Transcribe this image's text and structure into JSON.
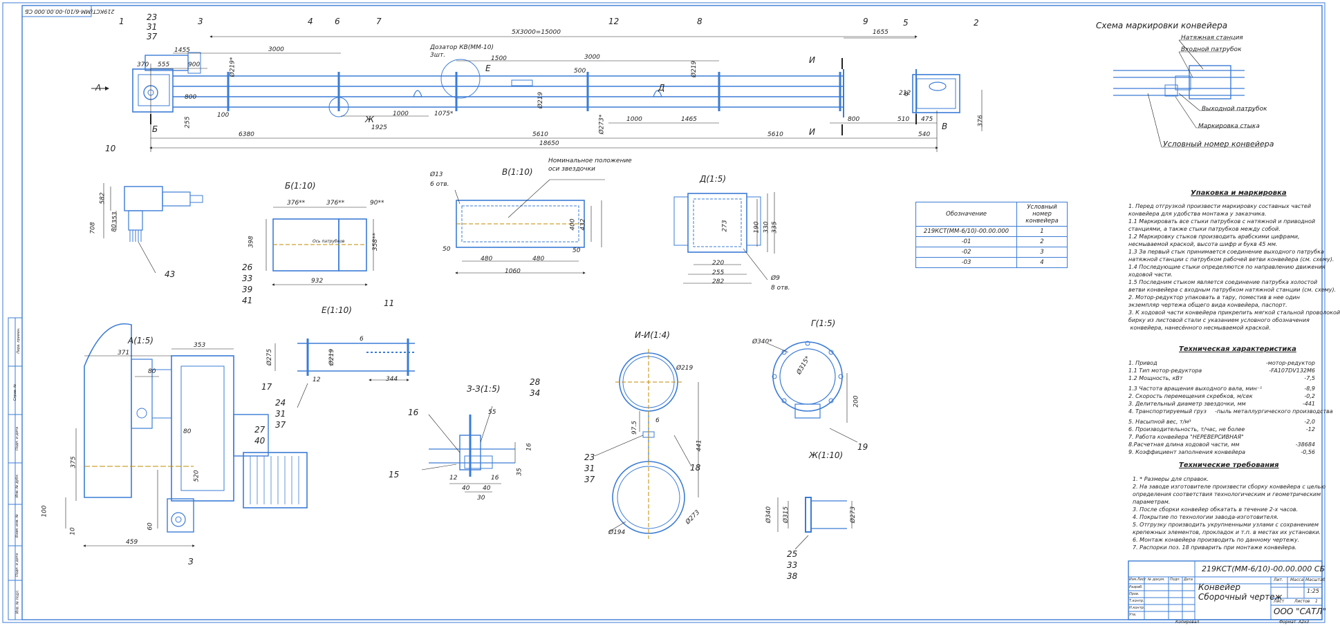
{
  "stamp": {
    "code": "219КСТ(ММ-6/10)-00.00.000 СБ",
    "title_line1": "Конвейер",
    "title_line2": "Сборочный чертеж",
    "company": "ООО \"САТЛ\"",
    "scale": "1:25",
    "col_lit": "Лит.",
    "col_mass": "Масса",
    "col_scale": "Масштаб",
    "sheet_label": "Лист",
    "sheets_label": "Листов",
    "sheets_count": "1",
    "copied": "Копировал",
    "format_label": "Формат",
    "format_value": "А2х3",
    "rows": [
      "Изм.Лист",
      "№ докум.",
      "Подп.",
      "Дата",
      "Разраб.",
      "Пров.",
      "Т.контр.",
      "Н.контр.",
      "Утв."
    ]
  },
  "mirror_code": "219КСТ(ММ-6/10)-00.00.000 СБ",
  "scheme": {
    "title": "Схема маркировки конвейера",
    "labels": [
      "Натяжная станция",
      "Входной патрубок",
      "Выходной патрубок",
      "Маркировка стыка",
      "Условный номер конвейера"
    ]
  },
  "marking_table": {
    "head1": "Обозначение",
    "head2": "Условный номер конвейера",
    "rows": [
      [
        "219КСТ(ММ-6/10)-00.00.000",
        "1"
      ],
      [
        "-01",
        "2"
      ],
      [
        "-02",
        "3"
      ],
      [
        "-03",
        "4"
      ]
    ]
  },
  "packing": {
    "title": "Упаковка и маркировка",
    "text": "1. Перед отгрузкой произвести маркировку составных частей\nконвейера для удобства монтажа у заказчика.\n1.1 Маркировать все стыки патрубков с натяжной и приводной\nстанциями, а также стыки патрубков между собой.\n1.2 Маркировку стыков производить арабскими цифрами,\nнесмываемой краской, высота шифр и букв 45 мм.\n1.3 За первый стык принимается соединение выходного патрубка\nнатяжной станции с патрубком рабочей ветви конвейера (см. схему).\n1.4 Последующие стыки определяются по направлению движения\nходовой части.\n1.5 Последним стыком является соединение патрубка холостой\nветви конвейера с входным патрубком натяжной станции (см. схему).\n2. Мотор-редуктор упаковать в тару, поместив в нее один\nэкземпляр чертежа общего вида конвейера, паспорт.\n3. К ходовой части конвейера прикрепить мягкой стальной проволокой\nбирку из листовой стали с указанием условного обозначения\n конвейера, нанесённого несмываемой краской."
  },
  "tech_char": {
    "title": "Техническая характеристика",
    "rows": [
      [
        "1. Привод",
        "-мотор-редуктор"
      ],
      [
        "1.1 Тип мотор-редуктора",
        "-FA107DV132M6"
      ],
      [
        "1.2 Мощность, кВт",
        "-7,5"
      ],
      [
        "1.3 Частота вращения выходного вала, мин⁻¹",
        "-8,9"
      ],
      [
        "2. Скорость перемещения скребков, м/сек",
        "-0,2"
      ],
      [
        "3. Делительный диаметр звездочки, мм",
        "-441"
      ],
      [
        "4. Транспортируемый груз",
        "-пыль металлургического производства"
      ],
      [
        "5. Насыпной вес, т/м³",
        "-2,0"
      ],
      [
        "6. Производительность, т/час, не более",
        "-12"
      ],
      [
        "7. Работа конвейера \"НЕРЕВЕРСИВНАЯ\"",
        ""
      ],
      [
        "8.Расчетная длина ходовой части, мм",
        "-38684"
      ],
      [
        "9. Коэффициент заполнения конвейера",
        "-0,56"
      ]
    ]
  },
  "requirements": {
    "title": "Технические требования",
    "text": "1. * Размеры для справок.\n2. На заводе изготовителе произвести сборку конвейера с целью\nопределения соответствия технологическим и геометрическим\nпараметрам.\n3. После сборки конвейер обкатать в течение 2-х часов.\n4. Покрытие по технологии завода-изготовителя.\n5. Отгрузку производить укрупненными узлами с сохранением\nкрепежных элементов, прокладок и т.п. в местах их установки.\n6. Монтаж конвейера производить по данному чертежу.\n7. Распорки поз. 18 приварить при монтаже конвейера."
  },
  "view_titles": {
    "b": "Б(1:10)",
    "v": "В(1:10)",
    "d": "Д(1:5)",
    "e": "Е(1:10)",
    "a": "А(1:5)",
    "z": "З-З(1:5)",
    "i": "И-И(1:4)",
    "g": "Г(1:5)",
    "zh": "Ж(1:10)"
  },
  "main_dims": {
    "d15000": "5Х3000=15000",
    "d18650": "18650",
    "d6380": "6380",
    "d5610a": "5610",
    "d5610b": "5610",
    "d540": "540",
    "d3000a": "3000",
    "d3000b": "3000",
    "d1455": "1455",
    "d1655": "1655",
    "d1500": "1500",
    "d500": "500",
    "d370": "370",
    "d555": "555",
    "d900": "900",
    "d800a": "800",
    "d100": "100",
    "d255": "255",
    "d1925": "1925",
    "d1000a": "1000",
    "d1075": "1075*",
    "d1000b": "1000",
    "d1465": "1465",
    "d800b": "800",
    "d510": "510",
    "d475": "475",
    "d376": "376",
    "d219a": "Ø219*",
    "d219b": "Ø219",
    "d219c": "Ø219",
    "d273": "Ø273*",
    "d212": "212",
    "d8": "8",
    "doser": "Дозатор КВ(ММ-10)",
    "doser2": "3шт."
  },
  "letters": {
    "A": "А",
    "B": "Б",
    "V": "В",
    "E": "Е",
    "ZH": "Ж",
    "D": "Д",
    "I1": "И",
    "I2": "И",
    "Z": "З"
  },
  "positions": [
    "1",
    "23",
    "31",
    "37",
    "3",
    "4",
    "6",
    "7",
    "12",
    "8",
    "9",
    "5",
    "2",
    "10",
    "43",
    "26",
    "33",
    "39",
    "41",
    "11",
    "24",
    "31",
    "37",
    "17",
    "27",
    "40",
    "16",
    "15",
    "28",
    "34",
    "23",
    "31",
    "37",
    "18",
    "19",
    "25",
    "33",
    "38"
  ],
  "view_dims": {
    "b376a": "376**",
    "b376b": "376**",
    "b90": "90**",
    "b398": "398",
    "b358": "358**",
    "b932": "932",
    "b_label": "Ось патрубков",
    "v13": "Ø13",
    "v6": "6 отв.",
    "v_note1": "Номинальное положение",
    "v_note2": "оси звездочки",
    "v400": "400",
    "v432": "432",
    "v50a": "50",
    "v50b": "50",
    "v480a": "480",
    "v480b": "480",
    "v1060": "1060",
    "d190": "190",
    "d330": "330",
    "d335": "335",
    "d273": "273",
    "d220": "220",
    "d255": "255",
    "d282": "282",
    "d9": "Ø9",
    "d8": "8 отв.",
    "s582": "582",
    "s353": "353",
    "s80": "80",
    "s708": "708",
    "e275": "Ø275",
    "e219": "Ø219",
    "e344": "344",
    "e12": "12",
    "e6": "6",
    "a371": "371",
    "a353": "353",
    "a80a": "80",
    "a80b": "80",
    "a375": "375",
    "a520": "520",
    "a100": "100",
    "a10": "10",
    "a60": "60",
    "a459": "459",
    "z55": "55",
    "z16": "16",
    "z12": "12",
    "z40a": "40",
    "z40b": "40",
    "z30": "30",
    "z35": "35",
    "z16b": "16",
    "i219": "Ø219",
    "i97": "97.5",
    "i6": "6",
    "i441": "441",
    "i194": "Ø194",
    "i273": "Ø273",
    "g340": "Ø340*",
    "g315": "Ø315*",
    "g200": "200",
    "zh340": "Ø340",
    "zh315": "Ø315",
    "zh273": "Ø273"
  },
  "side_stamp": [
    "Перв. примен.",
    "Справ. №",
    "Подп. и дата",
    "Инв. № дубл.",
    "Взам. инв. №",
    "Подп. и дата",
    "Инв. № подл."
  ]
}
